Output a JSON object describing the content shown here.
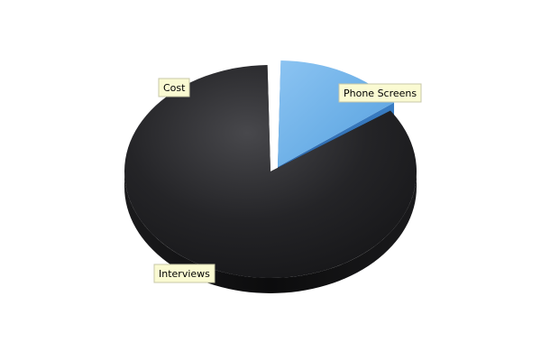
{
  "chart_data": {
    "type": "pie",
    "style": "3d-exploded",
    "categories": [
      "Phone Screens",
      "Cost",
      "Interviews"
    ],
    "values": [
      0.15,
      0.0,
      0.85
    ],
    "colors": {
      "Phone Screens": "#6aaee6",
      "Cost": "#2a2a2e",
      "Interviews": "#1b1b1d"
    },
    "label_background": "#fafad2",
    "legend": "none"
  }
}
